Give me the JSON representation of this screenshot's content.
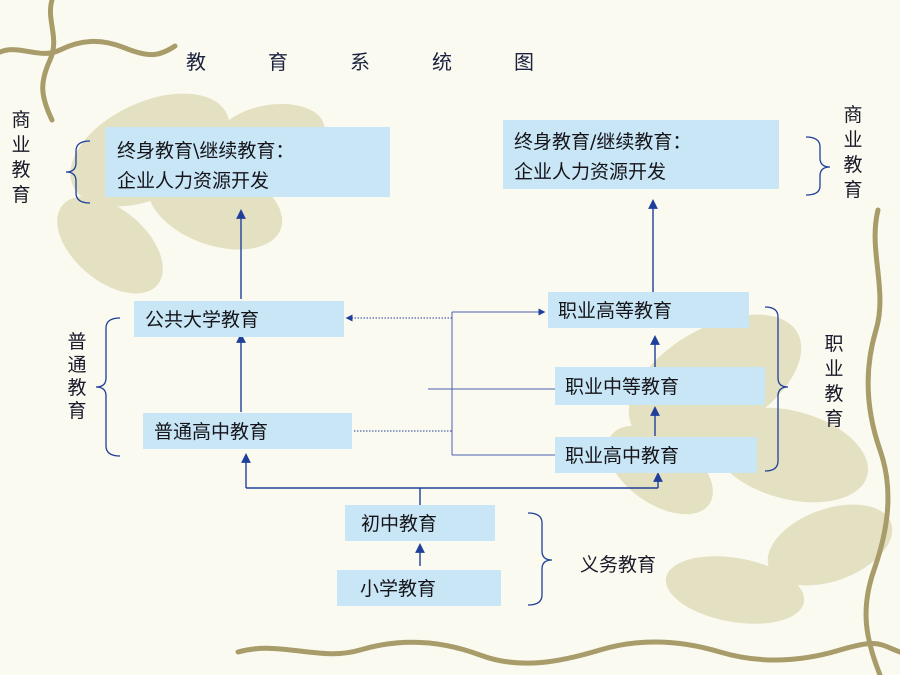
{
  "title": [
    "教",
    "育",
    "系",
    "统",
    "图"
  ],
  "nodes": {
    "lifelong_left": [
      "终身教育\\继续教育：",
      "企业人力资源开发"
    ],
    "lifelong_right": [
      "终身教育/继续教育：",
      "企业人力资源开发"
    ],
    "public_university": "公共大学教育",
    "general_high_school": "普通高中教育",
    "vocational_higher": "职业高等教育",
    "vocational_secondary": "职业中等教育",
    "vocational_high_school": "职业高中教育",
    "junior_middle": "初中教育",
    "primary": "小学教育"
  },
  "groups": {
    "commercial_left": [
      "商",
      "业",
      "教",
      "育"
    ],
    "commercial_right": [
      "商",
      "业",
      "教",
      "育"
    ],
    "general": [
      "普",
      "通",
      "教",
      "育"
    ],
    "vocational": [
      "职",
      "业",
      "教",
      "育"
    ],
    "compulsory": "义务教育"
  },
  "colors": {
    "box_fill": "#c9e6f6",
    "arrow": "#1f3f9a",
    "vine": "#a89c6a",
    "leaf": "#dcd9b4"
  }
}
